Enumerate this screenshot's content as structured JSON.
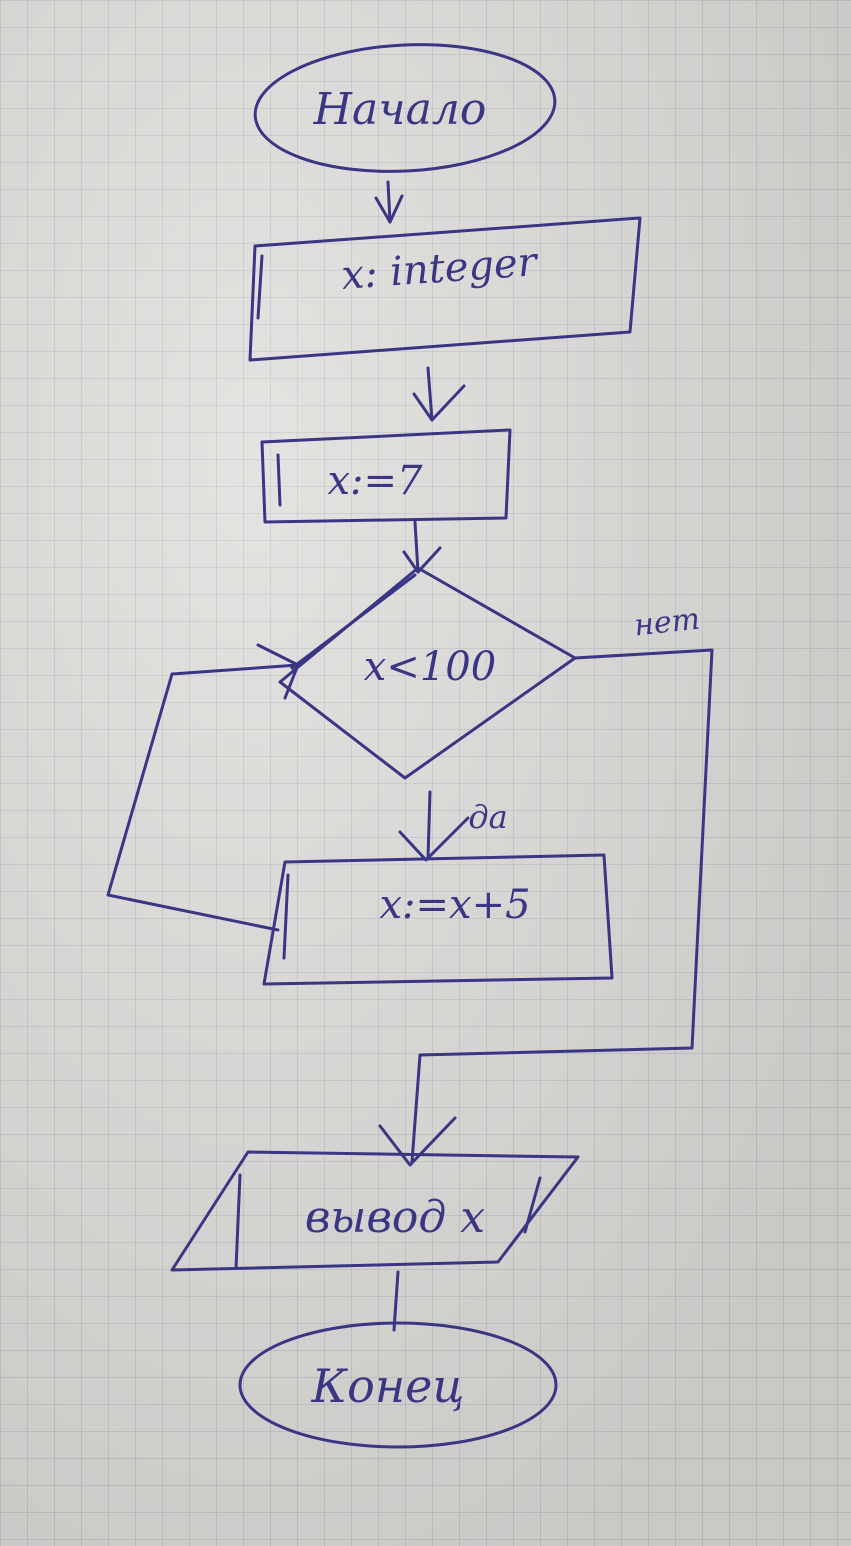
{
  "flowchart": {
    "start": "Начало",
    "declare": "x: integer",
    "assign": "x:=7",
    "condition": "x<100",
    "body": "x:=x+5",
    "output": "вывод x",
    "end": "Конец",
    "yes_label": "да",
    "no_label": "нет"
  },
  "colors": {
    "ink": "#3a3683",
    "paper": "#dcdad7",
    "grid": "#96a0af"
  }
}
